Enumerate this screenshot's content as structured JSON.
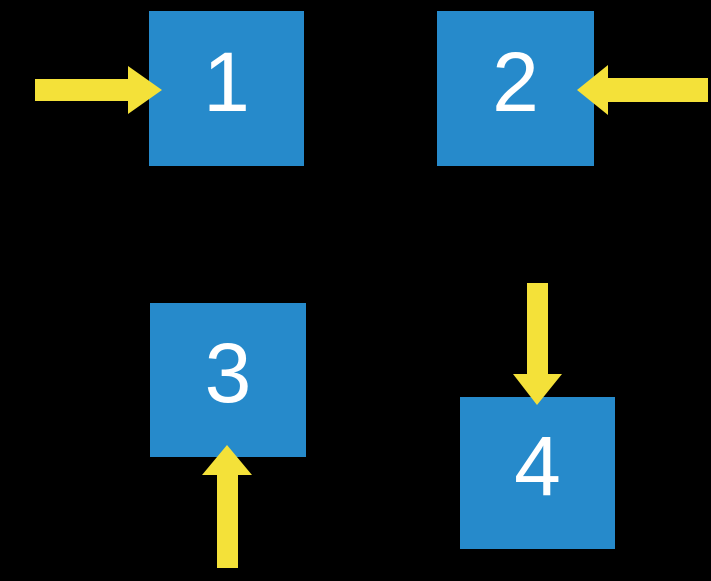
{
  "diagram": {
    "title": "numbered-squares-with-arrows",
    "squares": [
      {
        "label": "1",
        "arrow_direction": "right",
        "arrow_enters_from": "left"
      },
      {
        "label": "2",
        "arrow_direction": "left",
        "arrow_enters_from": "right"
      },
      {
        "label": "3",
        "arrow_direction": "up",
        "arrow_enters_from": "bottom"
      },
      {
        "label": "4",
        "arrow_direction": "down",
        "arrow_enters_from": "top"
      }
    ],
    "colors": {
      "background": "#000000",
      "square_fill": "#268ACB",
      "arrow_fill": "#F4E139",
      "label_text": "#FFFFFF"
    }
  }
}
